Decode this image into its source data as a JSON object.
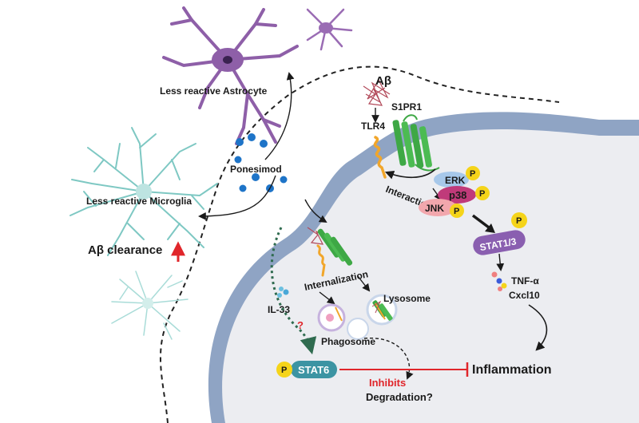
{
  "labels": {
    "astrocyte": "Less reactive Astrocyte",
    "microglia": "Less reactive Microglia",
    "ab_clearance": "Aβ clearance",
    "ponesimod": "Ponesimod",
    "ab": "Aβ",
    "tlr4": "TLR4",
    "s1pr1": "S1PR1",
    "interaction": "Interaction",
    "erk": "ERK",
    "p38": "p38",
    "jnk": "JNK",
    "p": "P",
    "stat13": "STAT1/3",
    "tnfa": "TNF-α",
    "cxcl10": "Cxcl10",
    "internalization": "Internalization",
    "il33": "IL-33",
    "question": "?",
    "lysosome": "Lysosome",
    "phagosome": "Phagosome",
    "stat6": "STAT6",
    "inhibits": "Inhibits",
    "inflammation": "Inflammation",
    "degradation": "Degradation?"
  },
  "colors": {
    "astrocyte": "#8e5fa8",
    "microglia": "#7ec8c3",
    "membrane": "#8fa4c4",
    "cytoplasm": "#ecedf1",
    "s1pr1": "#3ea845",
    "tlr4": "#f1a62b",
    "phospho": "#f5d41a",
    "stat13": "#8a5fb0",
    "stat6": "#3c94a3",
    "inhibit": "#e0262b",
    "drug": "#1e74c8"
  }
}
